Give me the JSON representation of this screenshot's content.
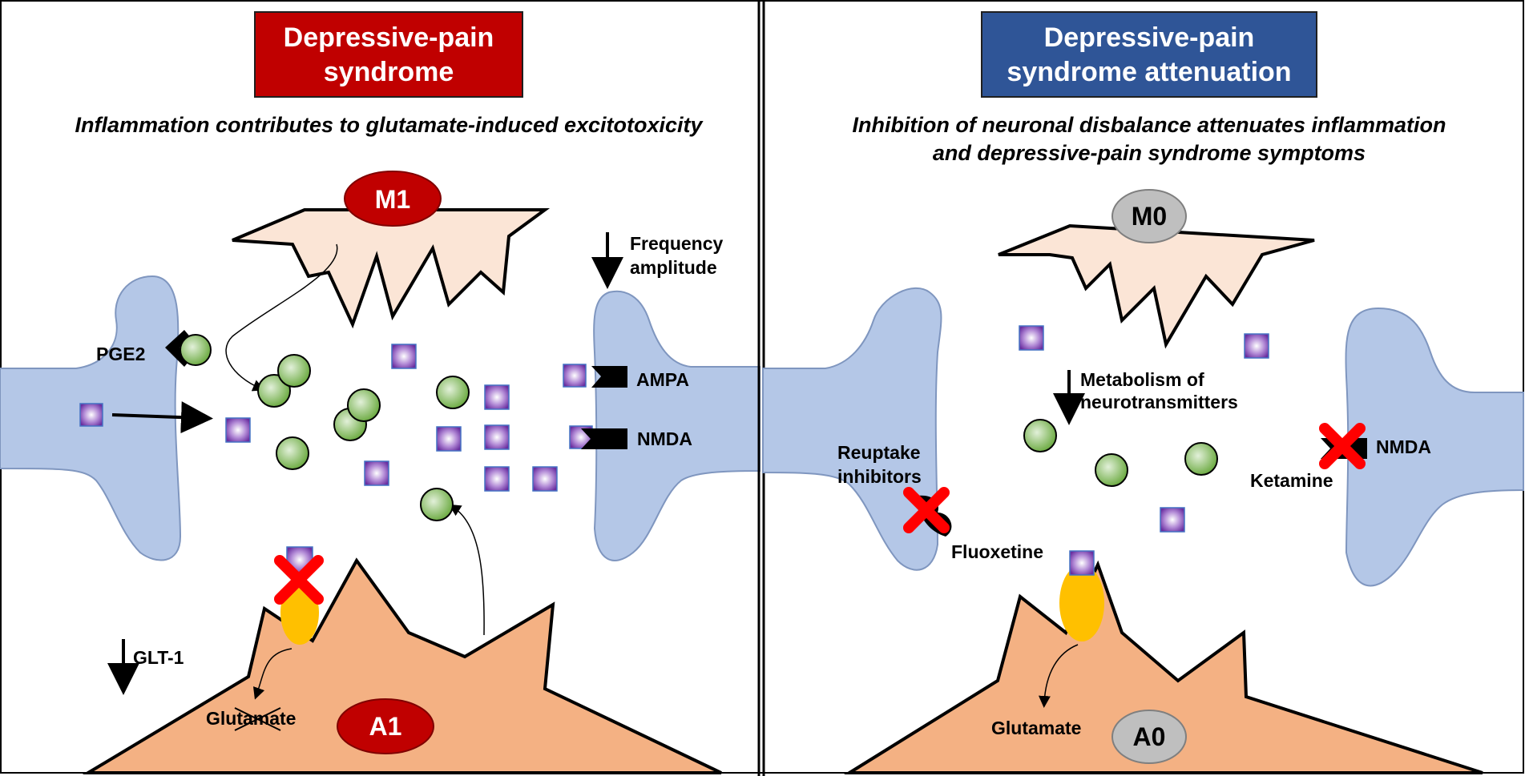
{
  "left_panel": {
    "title_line1": "Depressive-pain",
    "title_line2": "syndrome",
    "title_color": "#c00000",
    "subtitle": "Inflammation contributes to glutamate-induced excitotoxicity",
    "microglia_label": "M1",
    "astrocyte_label": "A1",
    "pge2_label": "PGE2",
    "frequency_label_line1": "Frequency",
    "frequency_label_line2": "amplitude",
    "ampa_label": "AMPA",
    "nmda_label": "NMDA",
    "glt1_label": "GLT-1",
    "glutamate_label": "Glutamate"
  },
  "right_panel": {
    "title_line1": "Depressive-pain",
    "title_line2": "syndrome attenuation",
    "title_color": "#2f5597",
    "subtitle_line1": "Inhibition of neuronal disbalance attenuates inflammation",
    "subtitle_line2": "and depressive-pain syndrome symptoms",
    "microglia_label": "M0",
    "astrocyte_label": "A0",
    "metabolism_line1": "Metabolism of",
    "metabolism_line2": "neurotransmitters",
    "reuptake_line1": "Reuptake",
    "reuptake_line2": "inhibitors",
    "fluoxetine_label": "Fluoxetine",
    "ketamine_label": "Ketamine",
    "nmda_label": "NMDA",
    "glutamate_label": "Glutamate"
  },
  "colors": {
    "neuron": "#b4c7e7",
    "microglia": "#fbe5d6",
    "astrocyte": "#f4b183",
    "m1_cell": "#c00000",
    "m0_cell": "#bfbfbf",
    "transporter": "#ffc000",
    "block_x": "#ff0000",
    "glutamate_dot": "#a9d18e",
    "neurotransmitter_square": "#7030a0"
  }
}
